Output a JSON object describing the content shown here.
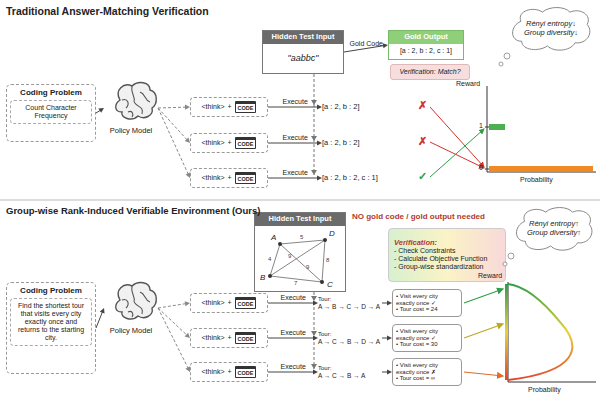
{
  "diagram": {
    "nodes": [
      {
        "text": [
          "Coding Problem",
          "Count Character Frequency"
        ]
      },
      {
        "text": [
          "Policy Model"
        ]
      },
      {
        "text": [
          "Hidden Test Input",
          "\"aabbc\""
        ]
      },
      {
        "text": [
          "Gold Output",
          "[a : 2, b : 2, c : 1]"
        ]
      },
      {
        "text": [
          "Verification: Match?"
        ]
      },
      {
        "text": [
          "<think>",
          "+",
          "CODE"
        ]
      },
      {
        "text": [
          "<think>",
          "+",
          "CODE"
        ]
      },
      {
        "text": [
          "<think>",
          "+",
          "CODE"
        ]
      },
      {
        "text": [
          "[a : 2, b : 2]"
        ]
      },
      {
        "text": [
          "[a : 2, b : 2]"
        ]
      },
      {
        "text": [
          "[a : 2, b : 2, c : 1]"
        ]
      },
      {
        "text": [
          "Rényi entropy↓",
          "Group diversity↓"
        ]
      },
      {
        "text": [
          "Coding Problem",
          "Find the shortest tour that visits every city exactly once and returns to the starting city."
        ]
      },
      {
        "text": [
          "Policy Model"
        ]
      },
      {
        "text": [
          "Hidden Test Input"
        ]
      },
      {
        "text": [
          "Verification:",
          "- Check Constraints",
          "- Calculate Objective Function",
          "- Group-wise standardization"
        ]
      },
      {
        "text": [
          "<think>",
          "+",
          "CODE"
        ]
      },
      {
        "text": [
          "<think>",
          "+",
          "CODE"
        ]
      },
      {
        "text": [
          "<think>",
          "+",
          "CODE"
        ]
      },
      {
        "text": [
          "Tour:",
          "A → B → C → D → A"
        ]
      },
      {
        "text": [
          "Tour:",
          "A → C → B → D → A"
        ]
      },
      {
        "text": [
          "Tour:",
          "A → C → B → A"
        ]
      },
      {
        "text": [
          "• Visit every city exactly once ✓",
          "• Tour cost = 24"
        ]
      },
      {
        "text": [
          "• Visit every city exactly once ✓",
          "• Tour cost = 30"
        ]
      },
      {
        "text": [
          "• Visit every city exactly once ✗",
          "• Tour cost = ∞"
        ]
      },
      {
        "text": [
          "Rényi entropy↑",
          "Group diversity↑"
        ]
      }
    ],
    "edges": [
      {
        "from": 0,
        "to": 1,
        "arrow": "to"
      },
      {
        "from": 1,
        "to": 5,
        "arrow": "to"
      },
      {
        "from": 1,
        "to": 6,
        "arrow": "to"
      },
      {
        "from": 1,
        "to": 7,
        "arrow": "to"
      },
      {
        "from": 5,
        "to": 8,
        "label": "Execute",
        "arrow": "to"
      },
      {
        "from": 6,
        "to": 9,
        "label": "Execute",
        "arrow": "to"
      },
      {
        "from": 7,
        "to": 10,
        "label": "Execute",
        "arrow": "to"
      },
      {
        "from": 2,
        "to": 3,
        "label": "Gold Code",
        "arrow": "to"
      },
      {
        "from": 12,
        "to": 13,
        "arrow": "to"
      },
      {
        "from": 13,
        "to": 16,
        "arrow": "to"
      },
      {
        "from": 13,
        "to": 17,
        "arrow": "to"
      },
      {
        "from": 13,
        "to": 18,
        "arrow": "to"
      },
      {
        "from": 16,
        "to": 19,
        "label": "Execute",
        "arrow": "to"
      },
      {
        "from": 17,
        "to": 20,
        "label": "Execute",
        "arrow": "to"
      },
      {
        "from": 18,
        "to": 21,
        "label": "Execute",
        "arrow": "to"
      },
      {
        "from": 19,
        "to": 22,
        "arrow": "to"
      },
      {
        "from": 20,
        "to": 23,
        "arrow": "to"
      },
      {
        "from": 21,
        "to": 24,
        "arrow": "to"
      }
    ],
    "labels": [
      "Traditional Answer-Matching Verification",
      "✗",
      "✗",
      "✓",
      "Reward",
      "1",
      "0",
      "Probability",
      "Group-wise Rank-Induced Verifiable Environment (Ours)",
      "NO gold code / gold output needed",
      "A",
      "B",
      "C",
      "D",
      "4",
      "5",
      "7",
      "8",
      "9",
      "9",
      "Reward",
      "Probability"
    ]
  }
}
